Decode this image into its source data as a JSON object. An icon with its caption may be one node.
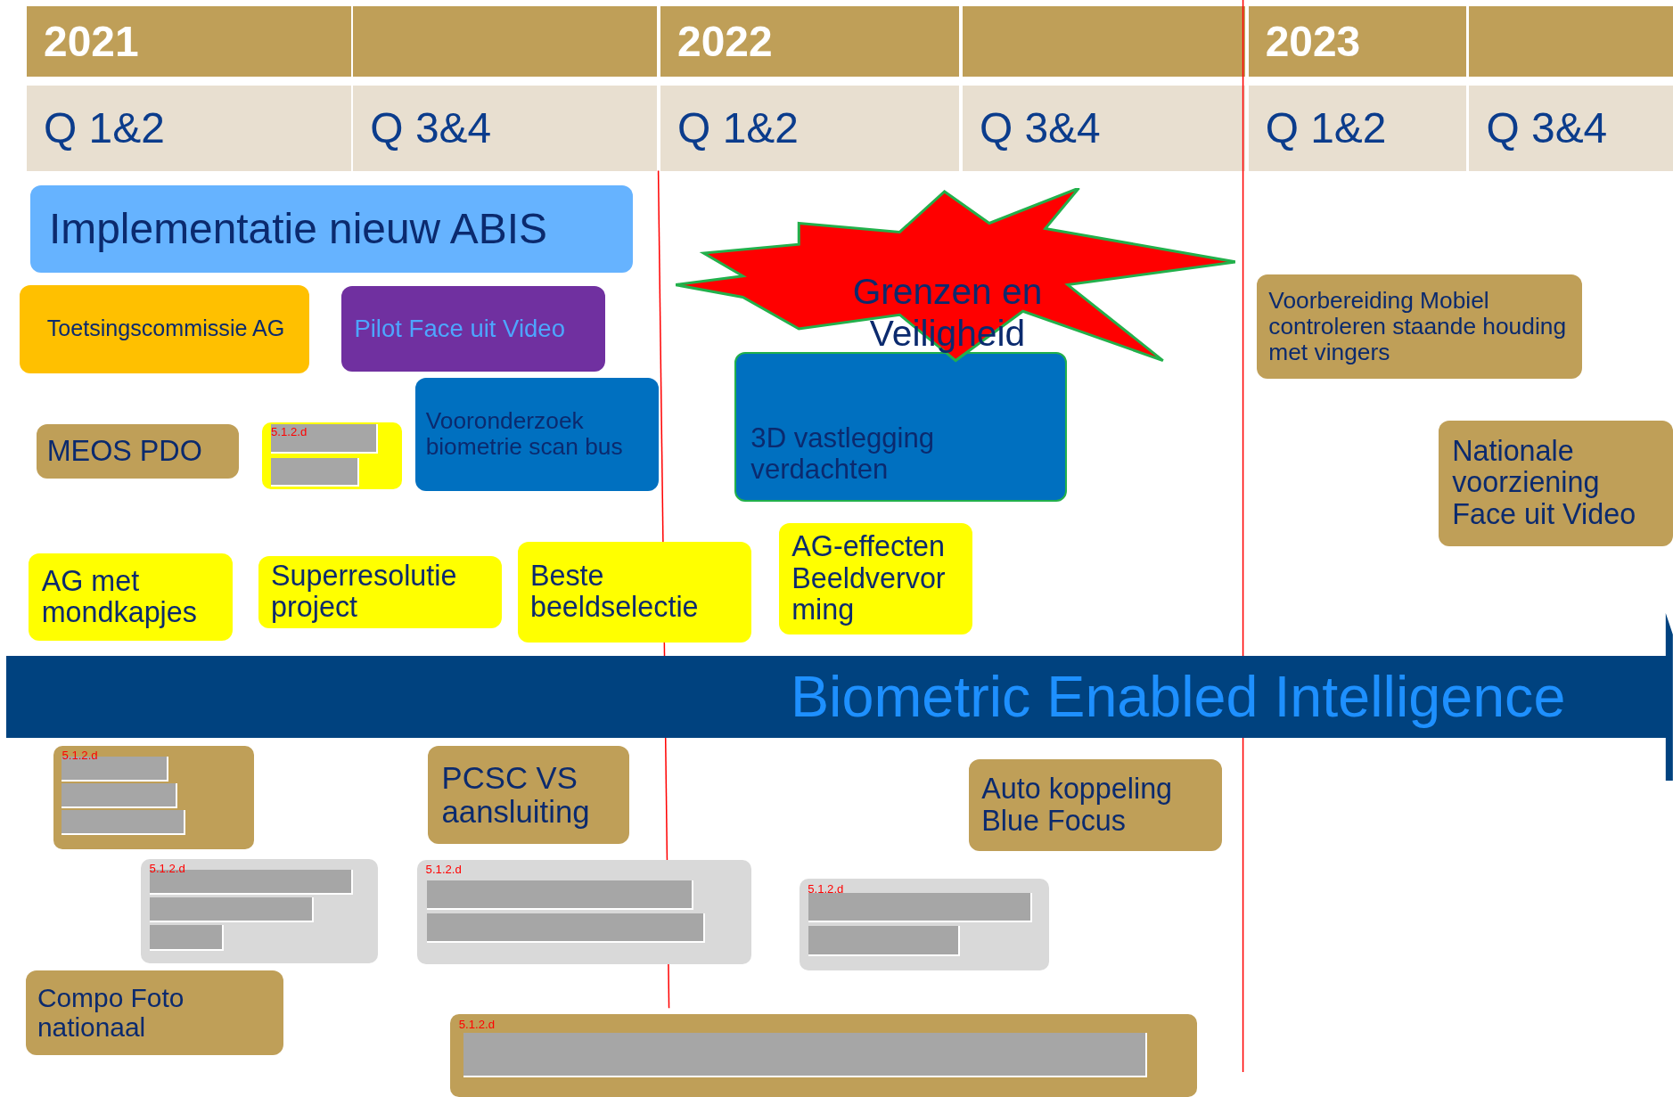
{
  "diagram": {
    "nodes": [
      {
        "text": [
          "Implementatie nieuw ABIS"
        ]
      },
      {
        "text": [
          "Toetsingscommissie AG"
        ]
      },
      {
        "text": [
          "Pilot Face uit Video"
        ]
      },
      {
        "text": [
          "MEOS PDO"
        ]
      },
      {
        "text": [
          "5.1.2.d"
        ]
      },
      {
        "text": [
          "Vooronderzoek biometrie scan bus"
        ]
      },
      {
        "text": [
          "3D vastlegging verdachten"
        ]
      },
      {
        "text": [
          "Grenzen en Veiligheid"
        ]
      },
      {
        "text": [
          "Voorbereiding Mobiel controleren staande houding met vingers"
        ]
      },
      {
        "text": [
          "Nationale voorziening Face uit Video"
        ]
      },
      {
        "text": [
          "AG met mondkapjes"
        ]
      },
      {
        "text": [
          "Superresolutie project"
        ]
      },
      {
        "text": [
          "Beste beeldselectie"
        ]
      },
      {
        "text": [
          "AG-effecten Beeldvervorming"
        ]
      },
      {
        "text": [
          "Biometric Enabled Intelligence"
        ]
      },
      {
        "text": [
          "5.1.2.d"
        ]
      },
      {
        "text": [
          "PCSC VS aansluiting"
        ]
      },
      {
        "text": [
          "Auto koppeling Blue Focus"
        ]
      },
      {
        "text": [
          "5.1.2.d"
        ]
      },
      {
        "text": [
          "5.1.2.d"
        ]
      },
      {
        "text": [
          "5.1.2.d"
        ]
      },
      {
        "text": [
          "Compo Foto nationaal"
        ]
      },
      {
        "text": [
          "5.1.2.d"
        ]
      }
    ],
    "edges": [],
    "labels": [
      "2021",
      "2022",
      "2023",
      "Q 1&2",
      "Q 3&4",
      "Q 1&2",
      "Q 3&4",
      "Q 1&2",
      "Q 3&4"
    ]
  }
}
